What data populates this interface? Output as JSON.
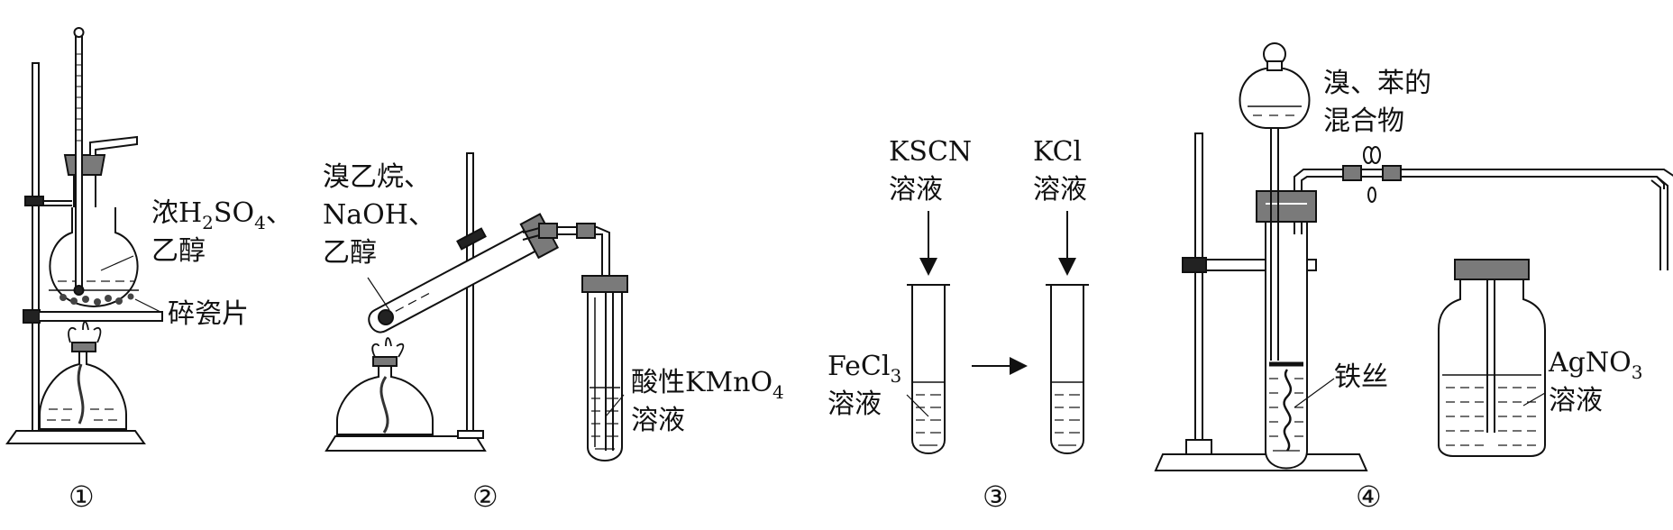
{
  "panel1": {
    "number": "①",
    "reagent_line1_a": "浓H",
    "reagent_sub1": "2",
    "reagent_line1_b": "SO",
    "reagent_sub2": "4",
    "reagent_line1_c": "、",
    "reagent_line2": "乙醇",
    "chip_label": "碎瓷片"
  },
  "panel2": {
    "number": "②",
    "reagent_line1": "溴乙烷、",
    "reagent_line2": "NaOH、",
    "reagent_line3": "乙醇",
    "solution_line1_a": "酸性KMnO",
    "solution_sub": "4",
    "solution_line2": "溶液"
  },
  "panel3": {
    "number": "③",
    "drop1_line1": "KSCN",
    "drop1_line2": "溶液",
    "drop2_line1": "KCl",
    "drop2_line2": "溶液",
    "tube_line1_a": "FeCl",
    "tube_sub": "3",
    "tube_line2": "溶液"
  },
  "panel4": {
    "number": "④",
    "funnel_line1": "溴、苯的",
    "funnel_line2": "混合物",
    "wire_label": "铁丝",
    "bottle_line1_a": "AgNO",
    "bottle_sub": "3",
    "bottle_line2": "溶液"
  },
  "colors": {
    "line": "#111111",
    "stopper": "#7a7a7a",
    "clamp": "#222222"
  }
}
